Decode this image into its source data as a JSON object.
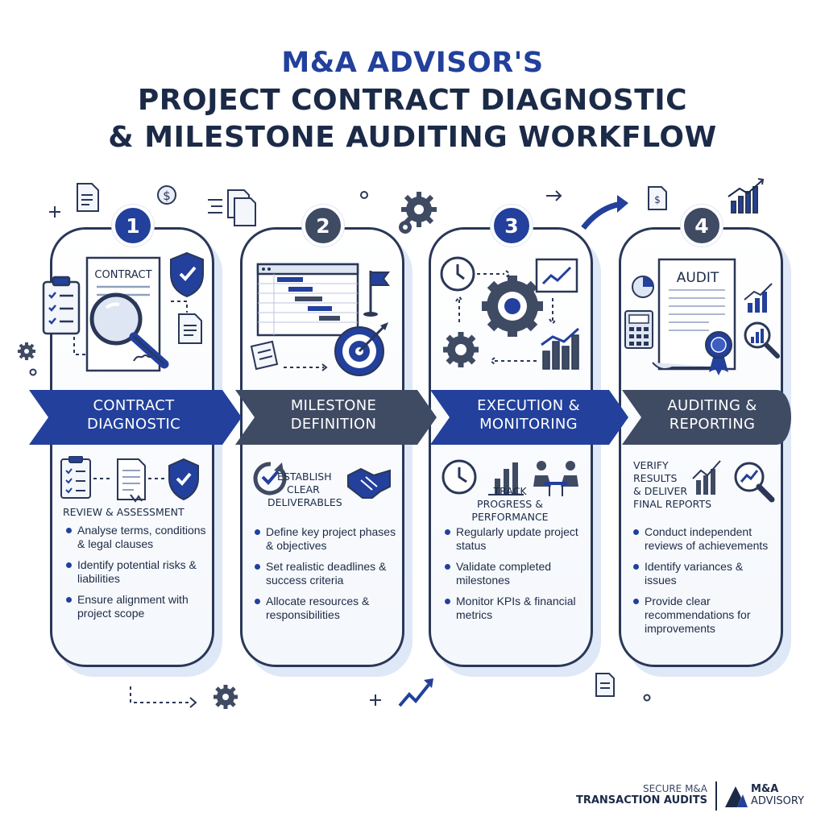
{
  "title": {
    "line1": "M&A ADVISOR'S",
    "line2": "PROJECT CONTRACT DIAGNOSTIC",
    "line3": "& MILESTONE AUDITING WORKFLOW"
  },
  "colors": {
    "primary_blue": "#22409c",
    "slate": "#3f4a63",
    "navy_text": "#1b2a47",
    "card_shadow": "#dfe8f7"
  },
  "steps": [
    {
      "number": "1",
      "banner_line1": "CONTRACT",
      "banner_line2": "DIAGNOSTIC",
      "illustration_label": "CONTRACT",
      "icons": [
        "clipboard-checklist-icon",
        "contract-document-icon",
        "magnifier-icon",
        "shield-check-icon",
        "document-icon",
        "signature-icon"
      ],
      "section_title": "REVIEW & ASSESSMENT",
      "bullets": [
        "Analyse terms, conditions & legal clauses",
        "Identify potential risks & liabilities",
        "Ensure alignment with project scope"
      ]
    },
    {
      "number": "2",
      "banner_line1": "MILESTONE",
      "banner_line2": "DEFINITION",
      "icons": [
        "gantt-chart-icon",
        "flag-icon",
        "target-icon",
        "notepad-icon",
        "handshake-icon",
        "check-cycle-icon"
      ],
      "section_title_line1": "ESTABLISH",
      "section_title_line2": "CLEAR",
      "section_title_line3": "DELIVERABLES",
      "bullets": [
        "Define key project phases & objectives",
        "Set realistic deadlines & success criteria",
        "Allocate resources & responsibilities"
      ]
    },
    {
      "number": "3",
      "banner_line1": "EXECUTION &",
      "banner_line2": "MONITORING",
      "icons": [
        "clock-icon",
        "gear-icon",
        "chart-icon",
        "bar-chart-icon",
        "meeting-icon"
      ],
      "section_title_line1": "TRACK",
      "section_title_line2": "PROGRESS & PERFORMANCE",
      "bullets": [
        "Regularly update project status",
        "Validate completed milestones",
        "Monitor KPIs & financial metrics"
      ]
    },
    {
      "number": "4",
      "banner_line1": "AUDITING &",
      "banner_line2": "REPORTING",
      "illustration_label": "AUDIT",
      "icons": [
        "audit-report-icon",
        "pie-chart-icon",
        "calculator-icon",
        "magnifier-chart-icon",
        "ribbon-seal-icon"
      ],
      "section_title_line1": "VERIFY",
      "section_title_line2": "RESULTS",
      "section_title_line3": "& DELIVER",
      "section_title_line4": "FINAL REPORTS",
      "bullets": [
        "Conduct independent reviews of achievements",
        "Identify variances & issues",
        "Provide clear recommendations for improvements"
      ]
    }
  ],
  "footer": {
    "left_line1": "SECURE M&A",
    "left_line2": "TRANSACTION AUDITS",
    "brand_line1": "M&A",
    "brand_line2": "ADVISORY"
  }
}
